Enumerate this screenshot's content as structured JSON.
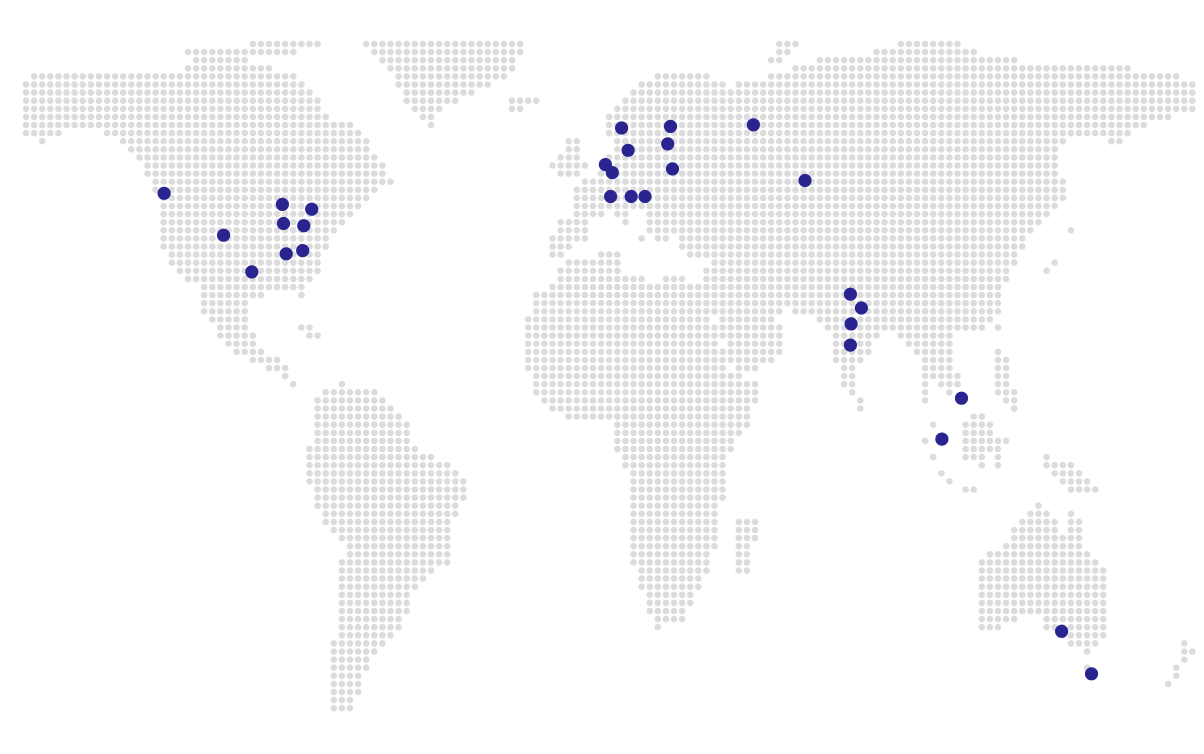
{
  "colors": {
    "background": "#ffffff",
    "land_dot": "#dcdcdc",
    "marker": "#29248f"
  },
  "map": {
    "style": "dotted world map",
    "projection": "equirectangular",
    "lon_range": [
      -170,
      180
    ],
    "lat_range": [
      -58,
      84
    ]
  },
  "markers": [
    {
      "lat": 47.6,
      "lon": -122.3
    },
    {
      "lat": 39.7,
      "lon": -105.0
    },
    {
      "lat": 32.8,
      "lon": -96.8
    },
    {
      "lat": 45.5,
      "lon": -87.9
    },
    {
      "lat": 41.9,
      "lon": -87.6
    },
    {
      "lat": 41.5,
      "lon": -81.7
    },
    {
      "lat": 44.6,
      "lon": -79.4
    },
    {
      "lat": 36.2,
      "lon": -86.8
    },
    {
      "lat": 36.8,
      "lon": -82.0
    },
    {
      "lat": 53.0,
      "lon": 6.0
    },
    {
      "lat": 59.9,
      "lon": 10.7
    },
    {
      "lat": 51.5,
      "lon": 8.0
    },
    {
      "lat": 47.0,
      "lon": 7.5
    },
    {
      "lat": 47.0,
      "lon": 13.5
    },
    {
      "lat": 47.0,
      "lon": 17.5
    },
    {
      "lat": 55.7,
      "lon": 12.6
    },
    {
      "lat": 60.2,
      "lon": 24.9
    },
    {
      "lat": 56.9,
      "lon": 24.1
    },
    {
      "lat": 52.2,
      "lon": 25.5
    },
    {
      "lat": 60.5,
      "lon": 49.0
    },
    {
      "lat": 50.0,
      "lon": 64.0
    },
    {
      "lat": 28.6,
      "lon": 77.2
    },
    {
      "lat": 23.0,
      "lon": 77.4
    },
    {
      "lat": 26.0,
      "lon": 80.4
    },
    {
      "lat": 19.0,
      "lon": 77.2
    },
    {
      "lat": 9.0,
      "lon": 109.5
    },
    {
      "lat": 1.3,
      "lon": 103.8
    },
    {
      "lat": -34.9,
      "lon": 138.6
    },
    {
      "lat": -42.9,
      "lon": 147.3
    }
  ]
}
